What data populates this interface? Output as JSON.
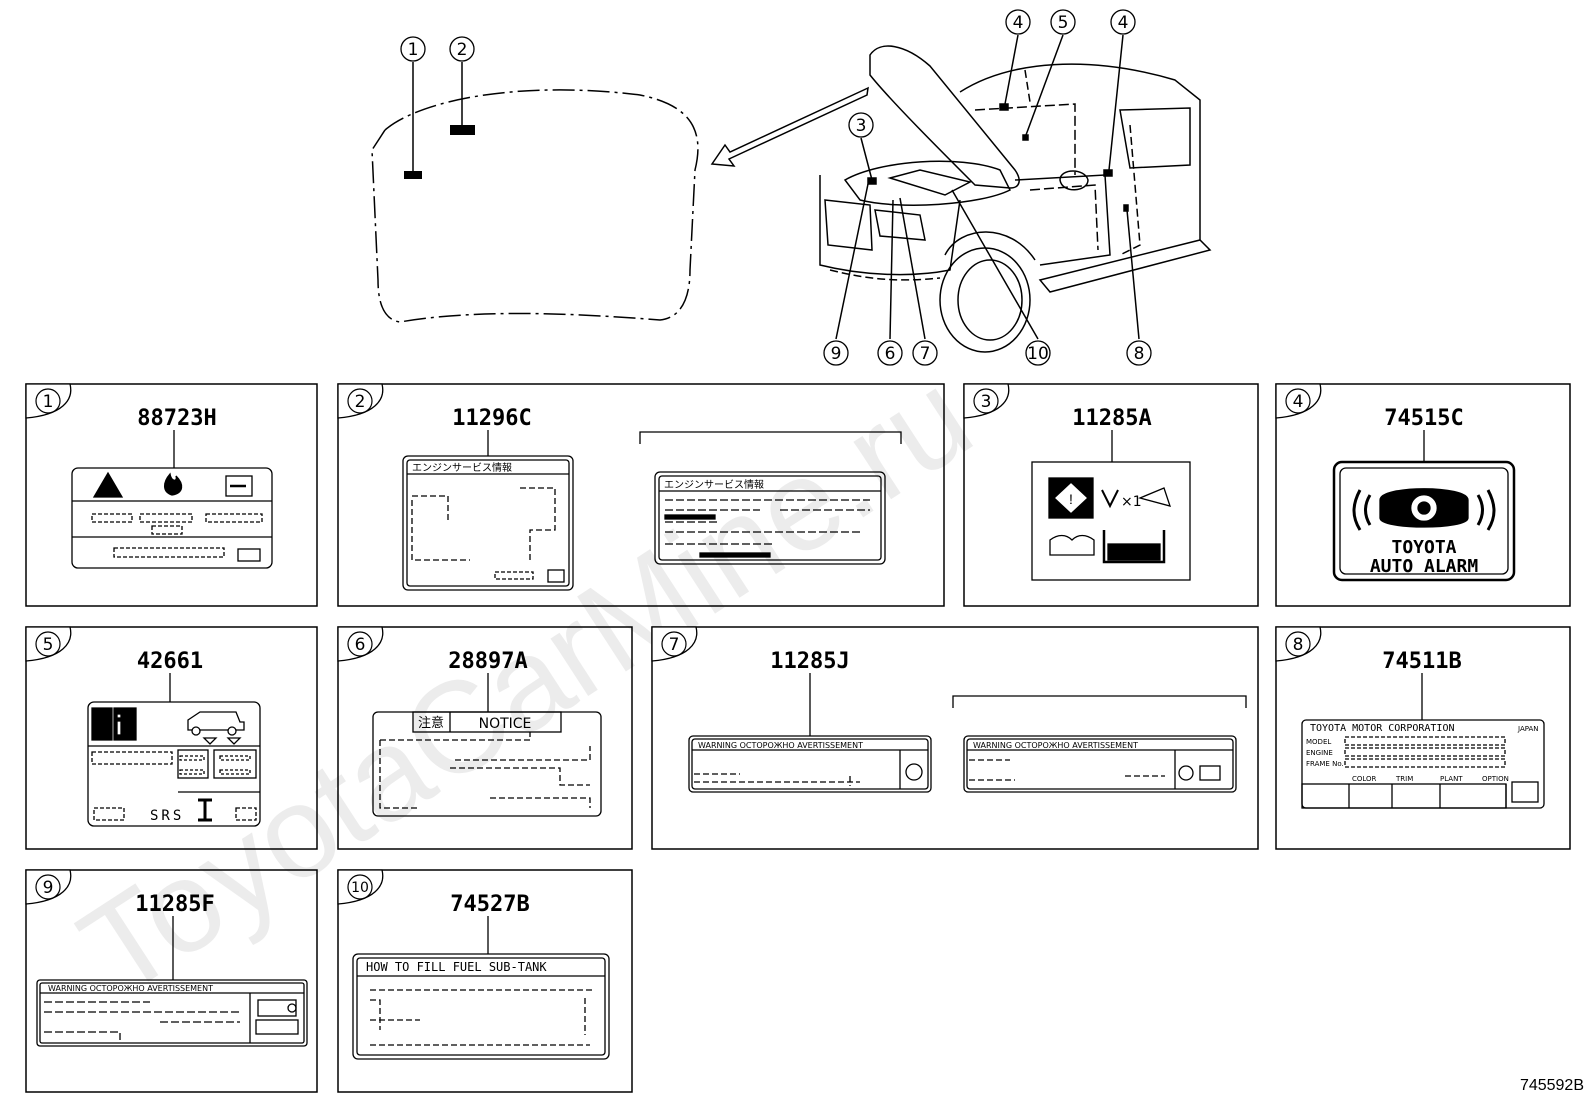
{
  "watermark": "ToyotaCarMine.ru",
  "diagram_code": "745592B",
  "colors": {
    "line": "#000000",
    "background": "#ffffff"
  },
  "callouts": {
    "hood": [
      "1",
      "2"
    ],
    "truck_top": [
      "4",
      "5",
      "4"
    ],
    "truck_left": [
      "3"
    ],
    "truck_bottom": [
      "9",
      "6",
      "7",
      "10",
      "8"
    ]
  },
  "panels": [
    {
      "num": "1",
      "part": "88723H"
    },
    {
      "num": "2",
      "part": "11296C",
      "label_title": "エンジンサービス情報"
    },
    {
      "num": "3",
      "part": "11285A",
      "icon_text": "×1"
    },
    {
      "num": "4",
      "part": "74515C",
      "label_line1": "TOYOTA",
      "label_line2": "AUTO ALARM"
    },
    {
      "num": "5",
      "part": "42661",
      "label_text": "SRS"
    },
    {
      "num": "6",
      "part": "28897A",
      "label_jp": "注意",
      "label_en": "NOTICE"
    },
    {
      "num": "7",
      "part": "11285J",
      "label_header": "WARNING  OCTOPOЖНО  AVERTISSEMENT"
    },
    {
      "num": "8",
      "part": "74511B",
      "label_title": "TOYOTA MOTOR CORPORATION",
      "label_country": "JAPAN",
      "fields": [
        "MODEL",
        "ENGINE",
        "FRAME No.",
        "COLOR",
        "TRIM",
        "PLANT",
        "OPTION"
      ]
    },
    {
      "num": "9",
      "part": "11285F",
      "label_header": "WARNING  OCTOPOЖНО  AVERTISSEMENT"
    },
    {
      "num": "10",
      "part": "74527B",
      "label_title": "HOW TO FILL FUEL SUB-TANK"
    }
  ]
}
